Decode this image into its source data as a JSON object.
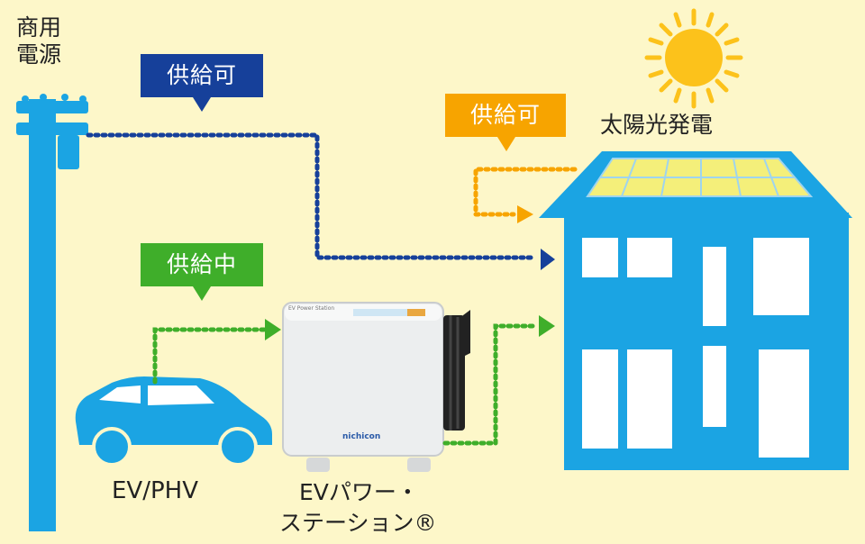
{
  "labels": {
    "grid": "商用\n電源",
    "solar": "太陽光発電",
    "ev": "EV/PHV",
    "station_line1": "EVパワー・",
    "station_line2": "ステーション®",
    "station_brand": "nichicon",
    "station_model": "EV Power Station"
  },
  "callouts": {
    "grid_supply": "供給可",
    "solar_supply": "供給可",
    "ev_supply": "供給中"
  },
  "colors": {
    "background": "#fdf7c9",
    "house": "#1ba4e3",
    "navy": "#16409a",
    "orange": "#f7a400",
    "green": "#3fae2a",
    "sun": "#fcc21b",
    "panel": "#f4ef7a"
  }
}
